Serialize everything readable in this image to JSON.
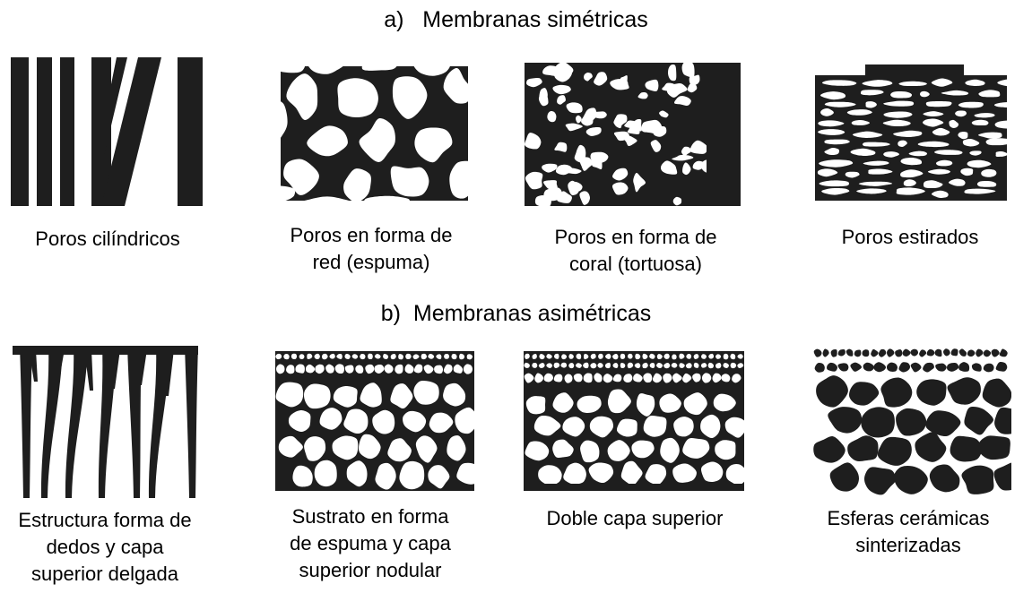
{
  "colors": {
    "ink": "#1e1e1e",
    "paper": "#ffffff",
    "hole": "#ffffff"
  },
  "sections": [
    {
      "title": "a)   Membranas simétricas",
      "panels": [
        {
          "icon": "cylindrical-pores-icon",
          "caption": [
            "Poros cilíndricos"
          ]
        },
        {
          "icon": "network-pores-icon",
          "caption": [
            "Poros en forma de",
            "red (espuma)"
          ]
        },
        {
          "icon": "coral-pores-icon",
          "caption": [
            "Poros en forma de",
            "coral (tortuosa)"
          ]
        },
        {
          "icon": "stretched-pores-icon",
          "caption": [
            "Poros estirados"
          ]
        }
      ]
    },
    {
      "title": "b)  Membranas asimétricas",
      "panels": [
        {
          "icon": "finger-structure-icon",
          "caption": [
            "Estructura forma de",
            "dedos y capa",
            "superior delgada"
          ]
        },
        {
          "icon": "foam-substrate-icon",
          "caption": [
            "Sustrato en forma",
            "de espuma y capa",
            "superior nodular"
          ]
        },
        {
          "icon": "double-top-layer-icon",
          "caption": [
            "Doble capa superior"
          ]
        },
        {
          "icon": "sintered-spheres-icon",
          "caption": [
            "Esferas cerámicas",
            "sinterizadas"
          ]
        }
      ]
    }
  ]
}
